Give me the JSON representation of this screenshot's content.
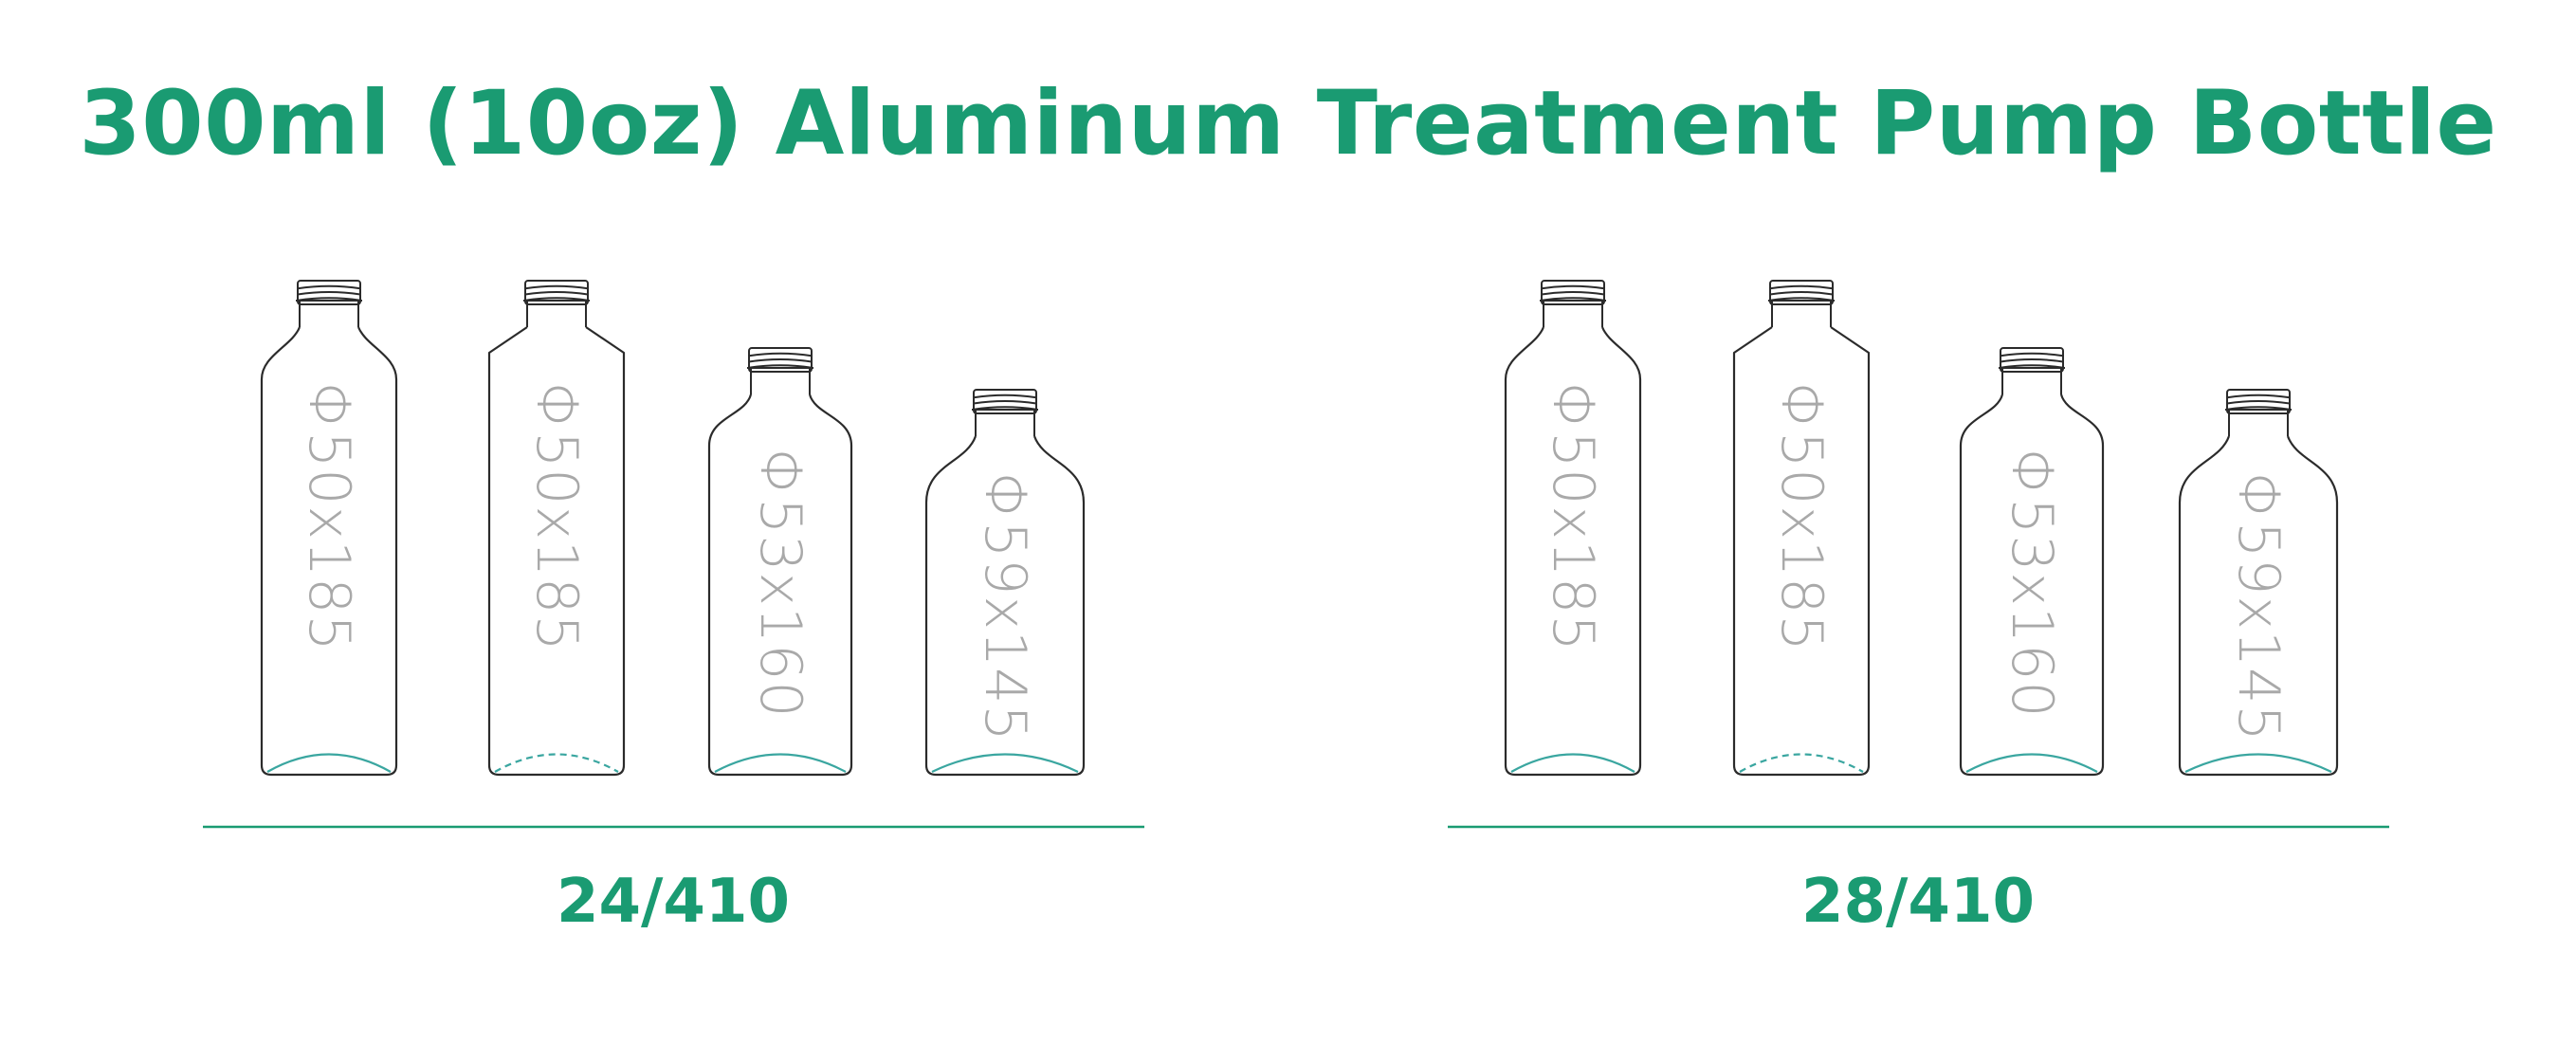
{
  "title": "300ml (10oz) Aluminum Treatment Pump Bottle",
  "colors": {
    "accent": "#1a9b72",
    "outline": "#2b2b2b",
    "size_label": "#a9a9a9",
    "base_arc": "#3aa6a0"
  },
  "groups": [
    {
      "label": "24/410",
      "bottles": [
        {
          "shape": "round-shoulder",
          "size": "Φ50x185",
          "base": "solid"
        },
        {
          "shape": "flat-shoulder",
          "size": "Φ50x185",
          "base": "dashed"
        },
        {
          "shape": "boston-round",
          "size": "Φ53x160",
          "base": "solid"
        },
        {
          "shape": "wide-round",
          "size": "Φ59x145",
          "base": "solid"
        }
      ]
    },
    {
      "label": "28/410",
      "bottles": [
        {
          "shape": "round-shoulder",
          "size": "Φ50x185",
          "base": "solid"
        },
        {
          "shape": "flat-shoulder",
          "size": "Φ50x185",
          "base": "dashed"
        },
        {
          "shape": "boston-round",
          "size": "Φ53x160",
          "base": "solid"
        },
        {
          "shape": "wide-round",
          "size": "Φ59x145",
          "base": "solid"
        }
      ]
    }
  ]
}
